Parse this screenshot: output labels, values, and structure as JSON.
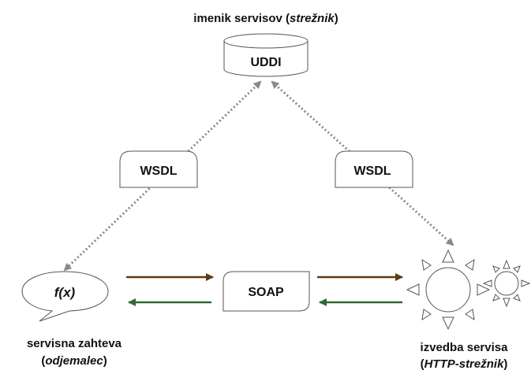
{
  "title": {
    "prefix": "imenik servisov (",
    "italic": "strežnik",
    "suffix": ")"
  },
  "registry": {
    "label": "UDDI"
  },
  "wsdl_left": {
    "label": "WSDL"
  },
  "wsdl_right": {
    "label": "WSDL"
  },
  "soap": {
    "label": "SOAP"
  },
  "client": {
    "bubble_text": "f(x)",
    "name": "servisna zahteva",
    "sub_prefix": "(",
    "sub_italic": "odjemalec",
    "sub_suffix": ")"
  },
  "service": {
    "name": "izvedba servisa",
    "sub_prefix": "(",
    "sub_italic": "HTTP-strežnik",
    "sub_suffix": ")"
  },
  "colors": {
    "request_arrow": "#5c3c14",
    "response_arrow": "#2e6b30",
    "discovery_link": "#8a8a8a",
    "stroke": "#555555"
  }
}
